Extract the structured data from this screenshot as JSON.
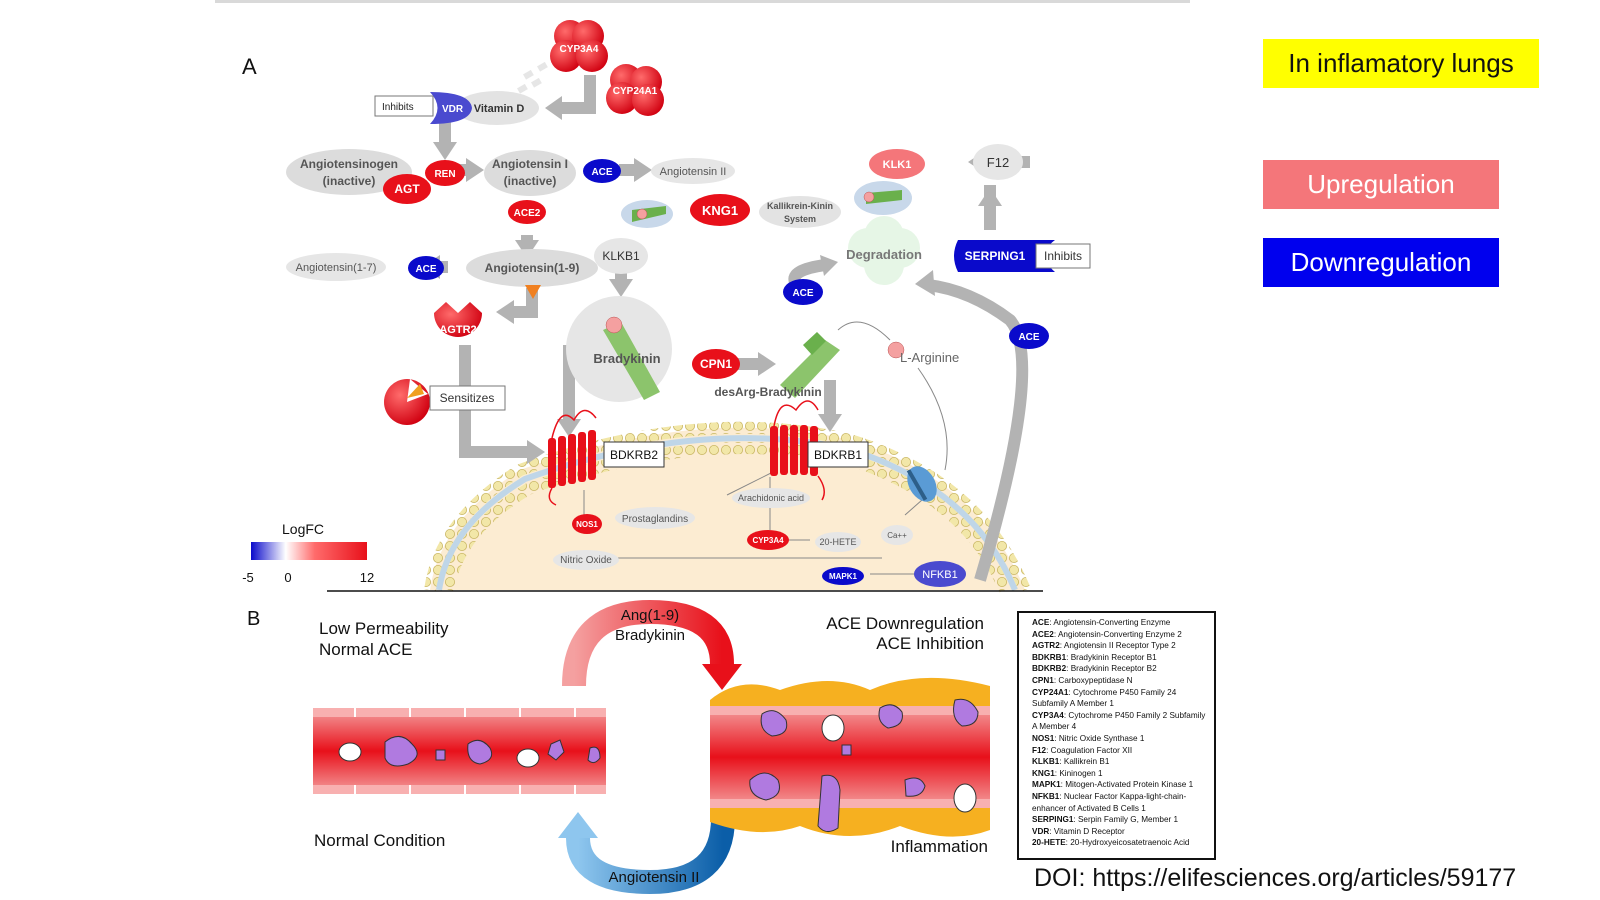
{
  "panel_labels": {
    "a": "A",
    "b": "B"
  },
  "side_tags": {
    "context": "In inflamatory lungs",
    "up": "Upregulation",
    "down": "Downregulation"
  },
  "doi": "DOI: https://elifesciences.org/articles/59177",
  "colors": {
    "up": "#e8101a",
    "down": "#0a0acb",
    "neutral": "#dcdcdc",
    "arrow": "#b3b3b3"
  },
  "pathway": {
    "cyp3a4_top": "CYP3A4",
    "cyp24a1": "CYP24A1",
    "inhibits_vdr": "Inhibits",
    "vdr": "VDR",
    "vitamin_d": "Vitamin D",
    "angiotensinogen_1": "Angiotensinogen",
    "angiotensinogen_2": "(inactive)",
    "agt": "AGT",
    "ren": "REN",
    "angiotensin1_1": "Angiotensin I",
    "angiotensin1_2": "(inactive)",
    "ace_a": "ACE",
    "angiotensin2": "Angiotensin II",
    "ace2": "ACE2",
    "angiotensin17": "Angiotensin(1-7)",
    "ace_b": "ACE",
    "angiotensin19": "Angiotensin(1-9)",
    "agtr2": "AGTR2",
    "sensitizes": "Sensitizes",
    "klk1": "KLK1",
    "f12": "F12",
    "kng1": "KNG1",
    "kallikrein_1": "Kallikrein-Kinin",
    "kallikrein_2": "System",
    "klkb1": "KLKB1",
    "degradation": "Degradation",
    "serping1": "SERPING1",
    "inhibits_serping": "Inhibits",
    "ace_c": "ACE",
    "ace_d": "ACE",
    "bradykinin": "Bradykinin",
    "cpn1": "CPN1",
    "desarg": "desArg-Bradykinin",
    "l_arginine": "L-Arginine",
    "bdkrb2": "BDKRB2",
    "bdkrb1": "BDKRB1",
    "arachidonic": "Arachidonic acid",
    "prostaglandins": "Prostaglandins",
    "nos1": "NOS1",
    "cyp3a4_cell": "CYP3A4",
    "hete": "20-HETE",
    "ca": "Ca++",
    "nitric_oxide": "Nitric Oxide",
    "mapk1": "MAPK1",
    "nfkb1": "NFKB1"
  },
  "logfc": {
    "title": "LogFC",
    "min": "-5",
    "mid": "0",
    "max": "12"
  },
  "panel_b": {
    "low_perm_1": "Low Permeability",
    "low_perm_2": "Normal ACE",
    "ang19": "Ang(1-9)",
    "bradykinin": "Bradykinin",
    "ace_down_1": "ACE Downregulation",
    "ace_down_2": "ACE Inhibition",
    "normal": "Normal Condition",
    "angiotensin2": "Angiotensin II",
    "inflammation": "Inflammation"
  },
  "abbreviations": [
    {
      "abbr": "ACE",
      "full": "Angiotensin-Converting Enzyme"
    },
    {
      "abbr": "ACE2",
      "full": "Angiotensin-Converting Enzyme 2"
    },
    {
      "abbr": "AGTR2",
      "full": "Angiotensin II Receptor Type 2"
    },
    {
      "abbr": "BDKRB1",
      "full": "Bradykinin Receptor B1"
    },
    {
      "abbr": "BDKRB2",
      "full": "Bradykinin Receptor B2"
    },
    {
      "abbr": "CPN1",
      "full": "Carboxypeptidase N"
    },
    {
      "abbr": "CYP24A1",
      "full": "Cytochrome P450 Family 24 Subfamily A Member 1"
    },
    {
      "abbr": "CYP3A4",
      "full": "Cytochrome P450 Family 2 Subfamily A Member 4"
    },
    {
      "abbr": "NOS1",
      "full": "Nitric Oxide Synthase 1"
    },
    {
      "abbr": "F12",
      "full": "Coagulation Factor XII"
    },
    {
      "abbr": "KLKB1",
      "full": "Kallikrein B1"
    },
    {
      "abbr": "KNG1",
      "full": "Kininogen 1"
    },
    {
      "abbr": "MAPK1",
      "full": "Mitogen-Activated Protein Kinase 1"
    },
    {
      "abbr": "NFKB1",
      "full": "Nuclear Factor Kappa-light-chain-enhancer of Activated B Cells 1"
    },
    {
      "abbr": "SERPING1",
      "full": "Serpin Family G, Member 1"
    },
    {
      "abbr": "VDR",
      "full": "Vitamin D Receptor"
    },
    {
      "abbr": "20-HETE",
      "full": "20-Hydroxyeicosatetraenoic Acid"
    }
  ]
}
